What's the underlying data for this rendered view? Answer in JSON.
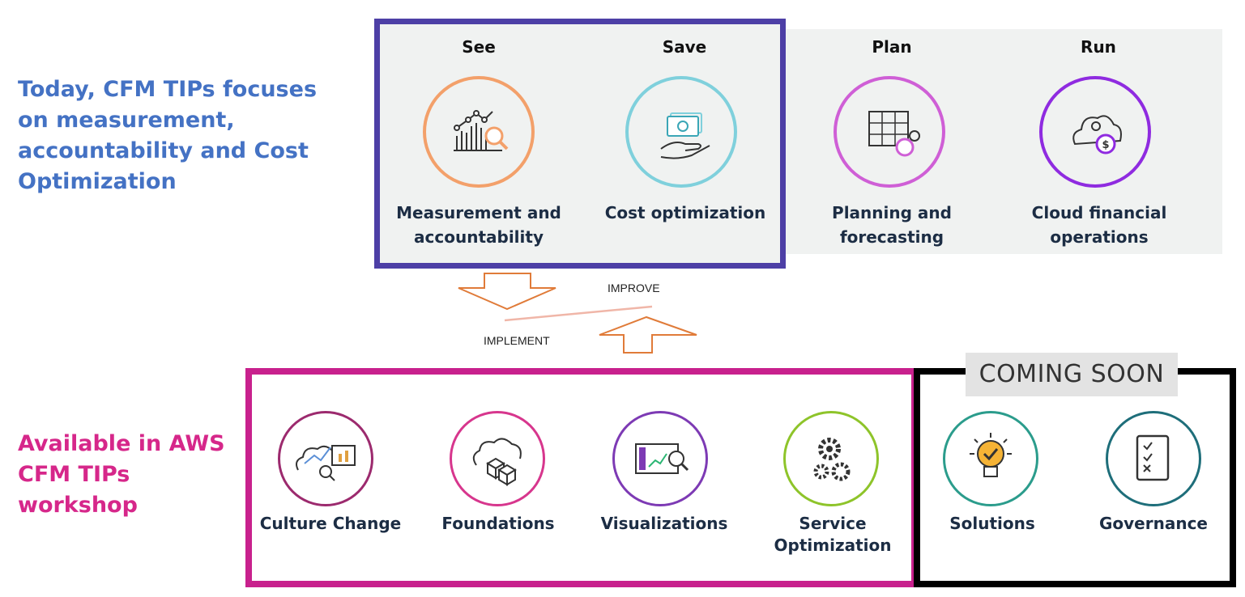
{
  "top_text": "Today, CFM TIPs focuses on measurement, accountability and Cost Optimization",
  "bottom_text": "Available in AWS CFM TIPs workshop",
  "phases": [
    {
      "phase": "See",
      "caption": "Measurement and accountability",
      "color": "#f3a06a",
      "icon": "chart-search-icon"
    },
    {
      "phase": "Save",
      "caption": "Cost optimization",
      "color": "#7fd0dc",
      "icon": "hand-money-icon"
    },
    {
      "phase": "Plan",
      "caption": "Planning and forecasting",
      "color": "#cf5fd6",
      "icon": "blueprint-gear-icon"
    },
    {
      "phase": "Run",
      "caption": "Cloud financial operations",
      "color": "#8f2be0",
      "icon": "cloud-dollar-gear-icon"
    }
  ],
  "flow": {
    "improve": "IMPROVE",
    "implement": "IMPLEMENT"
  },
  "workshop_items": [
    {
      "label": "Culture Change",
      "color": "#9c2a6e",
      "icon": "cloud-chart-icon"
    },
    {
      "label": "Foundations",
      "color": "#d7368d",
      "icon": "cloud-cubes-icon"
    },
    {
      "label": "Visualizations",
      "color": "#7d3ab4",
      "icon": "dashboard-search-icon"
    },
    {
      "label": "Service Optimization",
      "color": "#8ec42a",
      "icon": "gears-icon"
    }
  ],
  "coming_soon": {
    "tag": "COMING SOON",
    "items": [
      {
        "label": "Solutions",
        "color": "#2b9c8c",
        "icon": "lightbulb-check-icon"
      },
      {
        "label": "Governance",
        "color": "#1e6e7a",
        "icon": "checklist-icon"
      }
    ]
  }
}
